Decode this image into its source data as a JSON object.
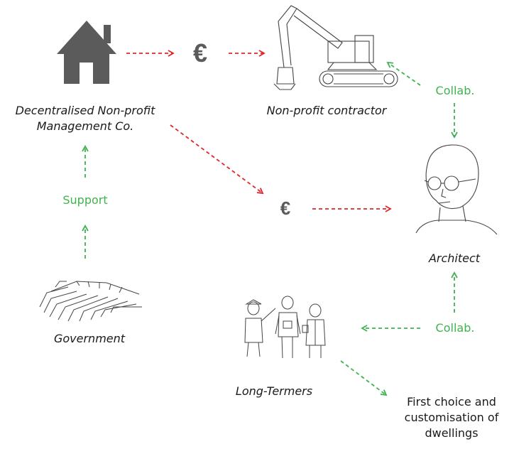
{
  "nodes": {
    "management": {
      "label_line1": "Decentralised Non-profit",
      "label_line2": "Management Co.",
      "icon": "house-icon"
    },
    "contractor": {
      "label": "Non-profit contractor",
      "icon": "excavator-icon"
    },
    "architect": {
      "label": "Architect",
      "icon": "person-glasses-icon"
    },
    "government": {
      "label": "Government",
      "icon": "parliament-icon"
    },
    "long_termers": {
      "label": "Long-Termers",
      "icon": "group-of-people-icon"
    }
  },
  "edge_labels": {
    "support": "Support",
    "collab_top": "Collab.",
    "collab_bottom": "Collab."
  },
  "currency": {
    "symbol_1": "€",
    "symbol_2": "€"
  },
  "outcome": {
    "line1": "First choice and",
    "line2": "customisation of",
    "line3": "dwellings"
  },
  "colors": {
    "money_flow": "#e0262b",
    "collaboration": "#3fb34f",
    "icon_gray": "#5b5b5b",
    "line_art": "#444444"
  }
}
